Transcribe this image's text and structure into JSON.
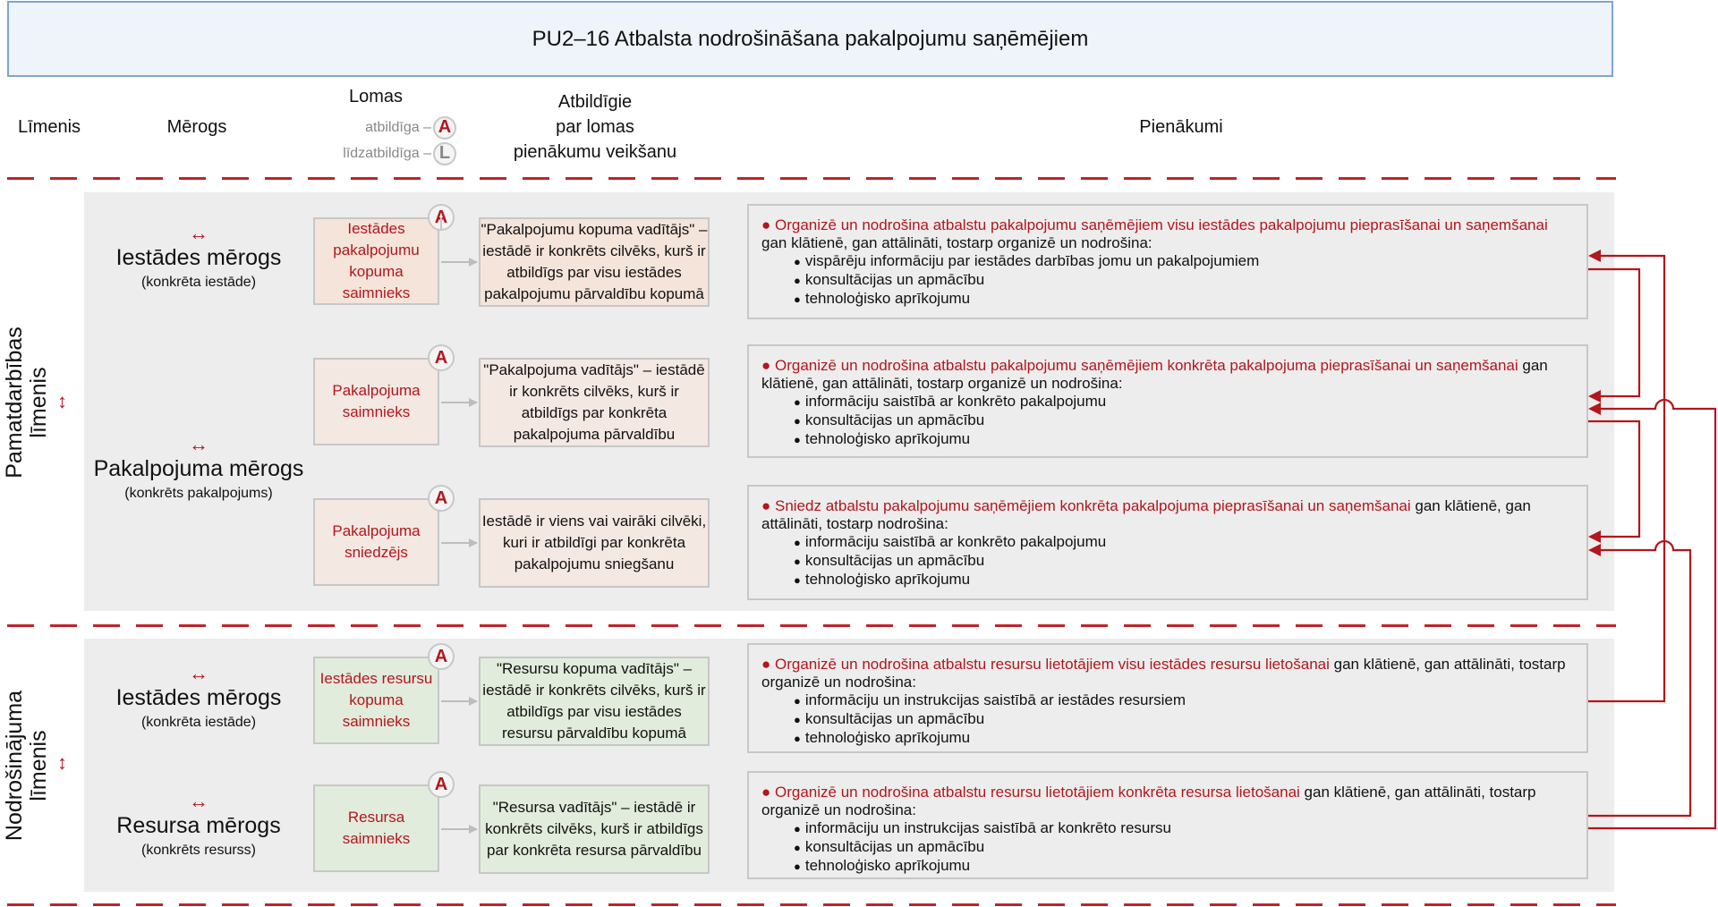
{
  "title": "PU2–16  Atbalsta nodrošināšana pakalpojumu saņēmējiem",
  "headers": {
    "level": "Līmenis",
    "scale": "Mērogs",
    "roles": "Lomas",
    "legend_responsible": "atbildīga –",
    "legend_responsible_badge": "A",
    "legend_coresponsible": "līdzatbildīga –",
    "legend_coresponsible_badge": "L",
    "responsible_line1": "Atbildīgie",
    "responsible_line2": "par lomas",
    "responsible_line3": "pienākumu veikšanu",
    "duties": "Pienākumi"
  },
  "levels": [
    {
      "name": "Pamatdarbības līmenis",
      "name_line1": "Pamatdarbības",
      "name_line2": "līmenis",
      "arrow": "↕"
    },
    {
      "name": "Nodrošinājuma līmenis",
      "name_line1": "Nodrošinājuma",
      "name_line2": "līmenis",
      "arrow": "↕"
    }
  ],
  "scales": [
    {
      "arrow": "↔",
      "name": "Iestādes mērogs",
      "sub": "(konkrēta iestāde)"
    },
    {
      "arrow": "↔",
      "name": "Pakalpojuma mērogs",
      "sub": "(konkrēts pakalpojums)"
    },
    {
      "arrow": "↔",
      "name": "Iestādes mērogs",
      "sub": "(konkrēta iestāde)"
    },
    {
      "arrow": "↔",
      "name": "Resursa mērogs",
      "sub": "(konkrēts resurss)"
    }
  ],
  "rows": [
    {
      "role": "Iestādes pakalpojumu kopuma saimnieks",
      "badge": "A",
      "responsible": "\"Pakalpojumu kopuma vadītājs\" – iestādē ir konkrēts cilvēks, kurš ir atbildīgs par visu iestādes pakalpojumu pārvaldību kopumā",
      "duty_lead": "● Organizē un nodrošina atbalstu pakalpojumu saņēmējiem visu iestādes pakalpojumu pieprasīšanai un saņemšanai",
      "duty_rest": " gan klātienē, gan attālināti, tostarp organizē un nodrošina:",
      "duty_items": [
        "vispārēju informāciju par iestādes darbības jomu un pakalpojumiem",
        "konsultācijas un apmācību",
        "tehnoloģisko aprīkojumu"
      ]
    },
    {
      "role": "Pakalpojuma saimnieks",
      "badge": "A",
      "responsible": "\"Pakalpojuma vadītājs\" – iestādē ir konkrēts cilvēks, kurš ir atbildīgs par konkrēta pakalpojuma pārvaldību",
      "duty_lead": "● Organizē un nodrošina atbalstu pakalpojumu saņēmējiem konkrēta pakalpojuma pieprasīšanai un saņemšanai",
      "duty_rest": " gan klātienē, gan attālināti, tostarp organizē un nodrošina:",
      "duty_items": [
        "informāciju saistībā ar konkrēto pakalpojumu",
        "konsultācijas un apmācību",
        "tehnoloģisko aprīkojumu"
      ]
    },
    {
      "role": "Pakalpojuma sniedzējs",
      "badge": "A",
      "responsible": "Iestādē ir viens vai vairāki cilvēki, kuri ir atbildīgi par konkrēta pakalpojumu sniegšanu",
      "duty_lead": "● Sniedz atbalstu pakalpojumu saņēmējiem konkrēta pakalpojuma pieprasīšanai un saņemšanai",
      "duty_rest": " gan klātienē, gan attālināti, tostarp nodrošina:",
      "duty_items": [
        "informāciju saistībā ar konkrēto pakalpojumu",
        "konsultācijas un apmācību",
        "tehnoloģisko aprīkojumu"
      ]
    },
    {
      "role": "Iestādes resursu kopuma saimnieks",
      "badge": "A",
      "responsible": "\"Resursu kopuma vadītājs\" – iestādē ir konkrēts cilvēks, kurš ir atbildīgs par visu iestādes resursu pārvaldību kopumā",
      "duty_lead": "● Organizē un nodrošina atbalstu resursu lietotājiem visu iestādes resursu lietošanai",
      "duty_rest": " gan klātienē, gan attālināti, tostarp organizē un nodrošina:",
      "duty_items": [
        "informāciju un instrukcijas saistībā ar iestādes resursiem",
        "konsultācijas un apmācību",
        "tehnoloģisko aprīkojumu"
      ]
    },
    {
      "role": "Resursa saimnieks",
      "badge": "A",
      "responsible": "\"Resursa vadītājs\" – iestādē ir konkrēts cilvēks, kurš ir atbildīgs par konkrēta resursa pārvaldību",
      "duty_lead": "● Organizē un nodrošina atbalstu resursu lietotājiem konkrēta resursa lietošanai",
      "duty_rest": " gan klātienē, gan attālināti, tostarp organizē un nodrošina:",
      "duty_items": [
        "informāciju un instrukcijas saistībā ar konkrēto resursu",
        "konsultācijas un apmācību",
        "tehnoloģisko aprīkojumu"
      ]
    }
  ],
  "colors": {
    "accent_red": "#b3161c",
    "title_bg": "#eef4fa",
    "title_border": "#7ea6d0",
    "panel_bg": "#ededed",
    "service_fill": "#f5e4da",
    "resource_fill": "#e2ecdc"
  }
}
